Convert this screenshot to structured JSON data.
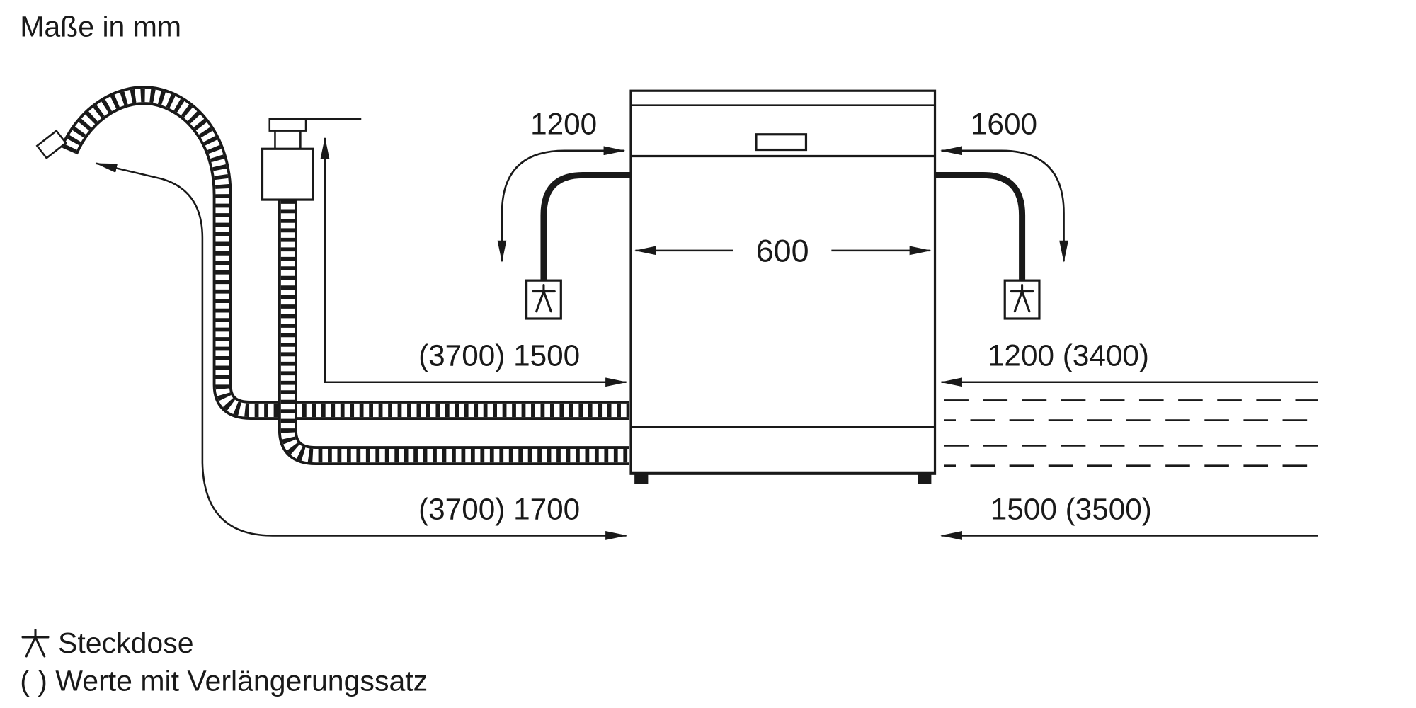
{
  "title": "Maße in mm",
  "appliance": {
    "width_label": "600"
  },
  "dimensions": {
    "power_cable_left": "1200",
    "power_cable_right": "1600",
    "supply_hose_to_tap": "(3700) 1500",
    "right_upper": "1200 (3400)",
    "drain_hose": "(3700) 1700",
    "right_lower": "1500 (3500)"
  },
  "legend": {
    "socket_icon": "socket-icon",
    "socket_label": "Steckdose",
    "parentheses_note": "( ) Werte mit Verlängerungssatz"
  },
  "colors": {
    "line": "#191919",
    "background": "#ffffff"
  }
}
